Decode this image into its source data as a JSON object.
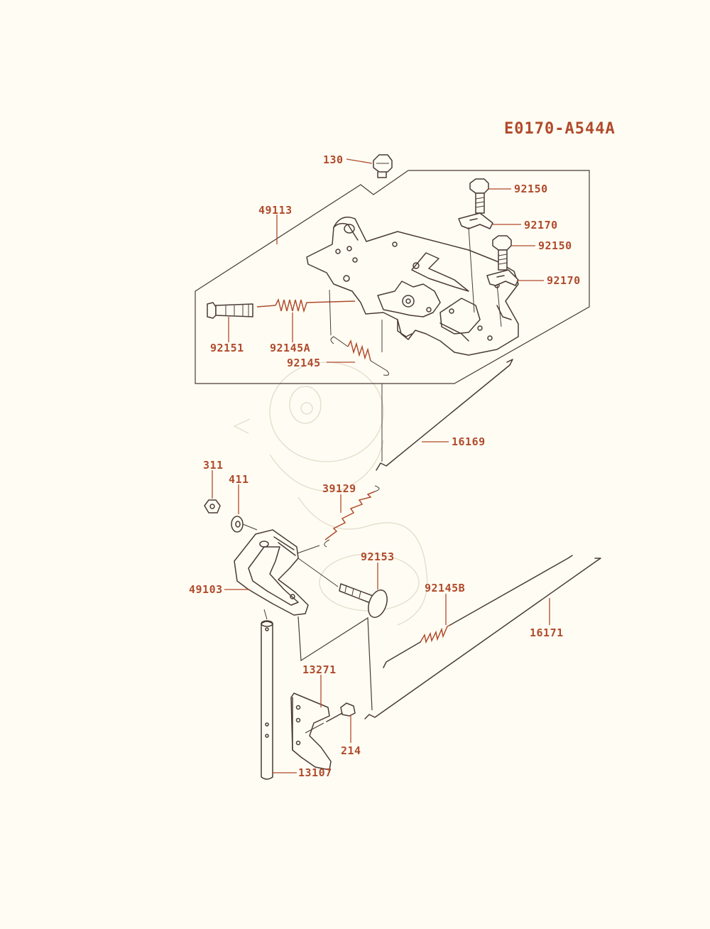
{
  "diagram": {
    "code": "E0170-A544A",
    "colors": {
      "label": "#b04a2c",
      "line": "#4a3a34",
      "background": "#fffdf3"
    },
    "labels": {
      "p130": "130",
      "p49113": "49113",
      "p92150a": "92150",
      "p92170a": "92170",
      "p92150b": "92150",
      "p92170b": "92170",
      "p92151": "92151",
      "p92145a": "92145A",
      "p92145": "92145",
      "p16169": "16169",
      "p311": "311",
      "p411": "411",
      "p39129": "39129",
      "p92153": "92153",
      "p49103": "49103",
      "p92145b": "92145B",
      "p16171": "16171",
      "p13271": "13271",
      "p214": "214",
      "p13107": "13107"
    }
  }
}
